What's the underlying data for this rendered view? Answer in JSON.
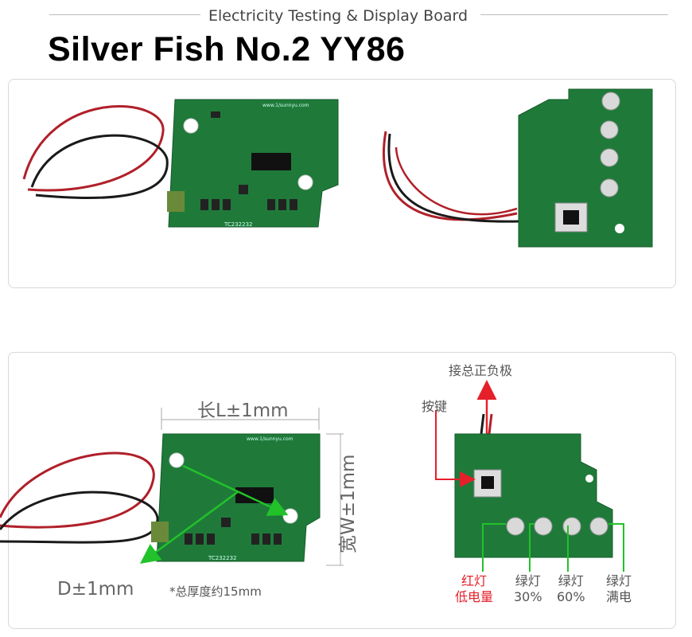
{
  "header": {
    "subtitle": "Electricity Testing & Display Board",
    "title": "Silver Fish No.2 YY86"
  },
  "board_markings": {
    "url": "www.1/sunnyu.com",
    "part_no": "TC232232"
  },
  "dimensions": {
    "length": "长L±1mm",
    "width": "宽W±1mm",
    "diameter": "D±1mm",
    "thickness_note": "*总厚度约15mm"
  },
  "annotations": {
    "terminals": "接总正负极",
    "button": "按键",
    "led_red_color": "红灯",
    "led_red_state": "低电量",
    "led_green1_color": "绿灯",
    "led_green1_state": "30%",
    "led_green2_color": "绿灯",
    "led_green2_state": "60%",
    "led_green3_color": "绿灯",
    "led_green3_state": "满电"
  },
  "colors": {
    "pcb_green": "#1f7a3a",
    "annotation_red": "#e5202a",
    "annotation_green": "#22c22a"
  }
}
